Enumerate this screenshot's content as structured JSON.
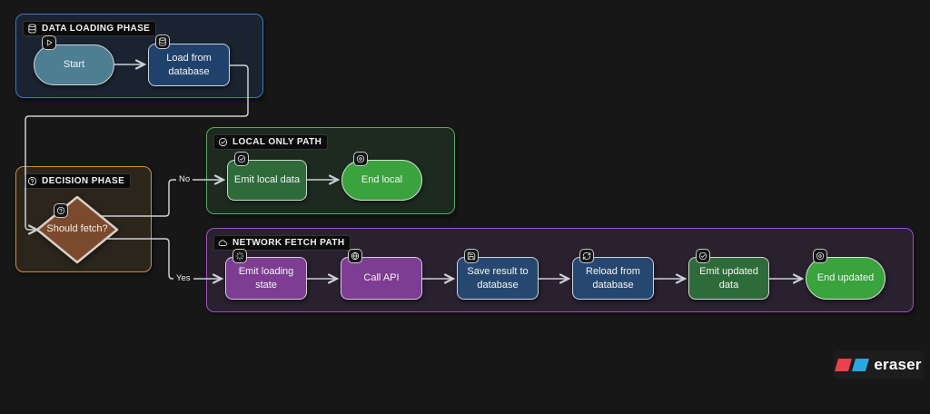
{
  "groups": {
    "data_loading": {
      "label": "DATA LOADING PHASE",
      "icon": "database-icon",
      "border_color": "#4377c4"
    },
    "decision": {
      "label": "DECISION PHASE",
      "icon": "help-circle-icon",
      "border_color": "#c4923e"
    },
    "local_only": {
      "label": "LOCAL ONLY PATH",
      "icon": "check-circle-icon",
      "border_color": "#57a765"
    },
    "network_fetch": {
      "label": "NETWORK FETCH PATH",
      "icon": "cloud-icon",
      "border_color": "#a24fc4"
    }
  },
  "nodes": {
    "start": {
      "label": "Start",
      "shape": "stadium",
      "icon": "play-icon",
      "fill": "#4d7e92"
    },
    "load_db": {
      "label": "Load from database",
      "shape": "rect",
      "icon": "database-icon",
      "fill": "#21416d"
    },
    "should_fetch": {
      "label": "Should fetch?",
      "shape": "diamond",
      "icon": "help-circle-icon",
      "fill": "#7b4a2e"
    },
    "emit_local": {
      "label": "Emit local data",
      "shape": "rect",
      "icon": "check-circle-icon",
      "fill": "#2e6b3a"
    },
    "end_local": {
      "label": "End local",
      "shape": "stadium",
      "icon": "record-icon",
      "fill": "#3aa33e"
    },
    "emit_loading": {
      "label": "Emit loading state",
      "shape": "rect",
      "icon": "loader-icon",
      "fill": "#7d3d92"
    },
    "call_api": {
      "label": "Call API",
      "shape": "rect",
      "icon": "globe-icon",
      "fill": "#7d3d92"
    },
    "save_result": {
      "label": "Save result to database",
      "shape": "rect",
      "icon": "save-icon",
      "fill": "#264870"
    },
    "reload_db": {
      "label": "Reload from database",
      "shape": "rect",
      "icon": "refresh-icon",
      "fill": "#264870"
    },
    "emit_updated": {
      "label": "Emit updated data",
      "shape": "rect",
      "icon": "check-circle-icon",
      "fill": "#2e6b3a"
    },
    "end_updated": {
      "label": "End updated",
      "shape": "stadium",
      "icon": "record-icon",
      "fill": "#3aa33e"
    }
  },
  "edges": {
    "no_label": "No",
    "yes_label": "Yes"
  },
  "logo": {
    "text": "eraser",
    "red": "#ee3e52",
    "blue": "#2aa7df"
  },
  "colors": {
    "background": "#171717",
    "edge": "#ccd0d4",
    "node_text": "#f4f6f5"
  }
}
